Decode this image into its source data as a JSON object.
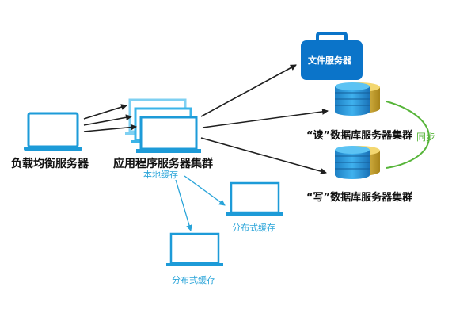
{
  "labels": {
    "load_balancer": "负载均衡服务器",
    "app_cluster": "应用程序服务器集群",
    "local_cache": "本地缓存",
    "dist_cache_1": "分布式缓存",
    "dist_cache_2": "分布式缓存",
    "file_server": "文件服务器",
    "read_db": "“读”数据库服务器集群",
    "write_db": "“写”数据库服务器集群",
    "sync": "同步"
  },
  "icons": {
    "load_balancer": "laptop-icon",
    "app_cluster": "stacked-laptops-icon",
    "dist_cache": "laptop-icon",
    "file_server": "briefcase-icon",
    "database": "database-cylinders-icon"
  },
  "colors": {
    "blue": "#1d9bd8",
    "light_blue": "#7fd0f2",
    "dark_blue": "#0b74c9",
    "arrow": "#1f1f1f",
    "cache_arrow": "#29a4d9",
    "sync": "#57b53a",
    "db_blue": "#1f8fd6",
    "db_gold": "#d9b43a"
  }
}
